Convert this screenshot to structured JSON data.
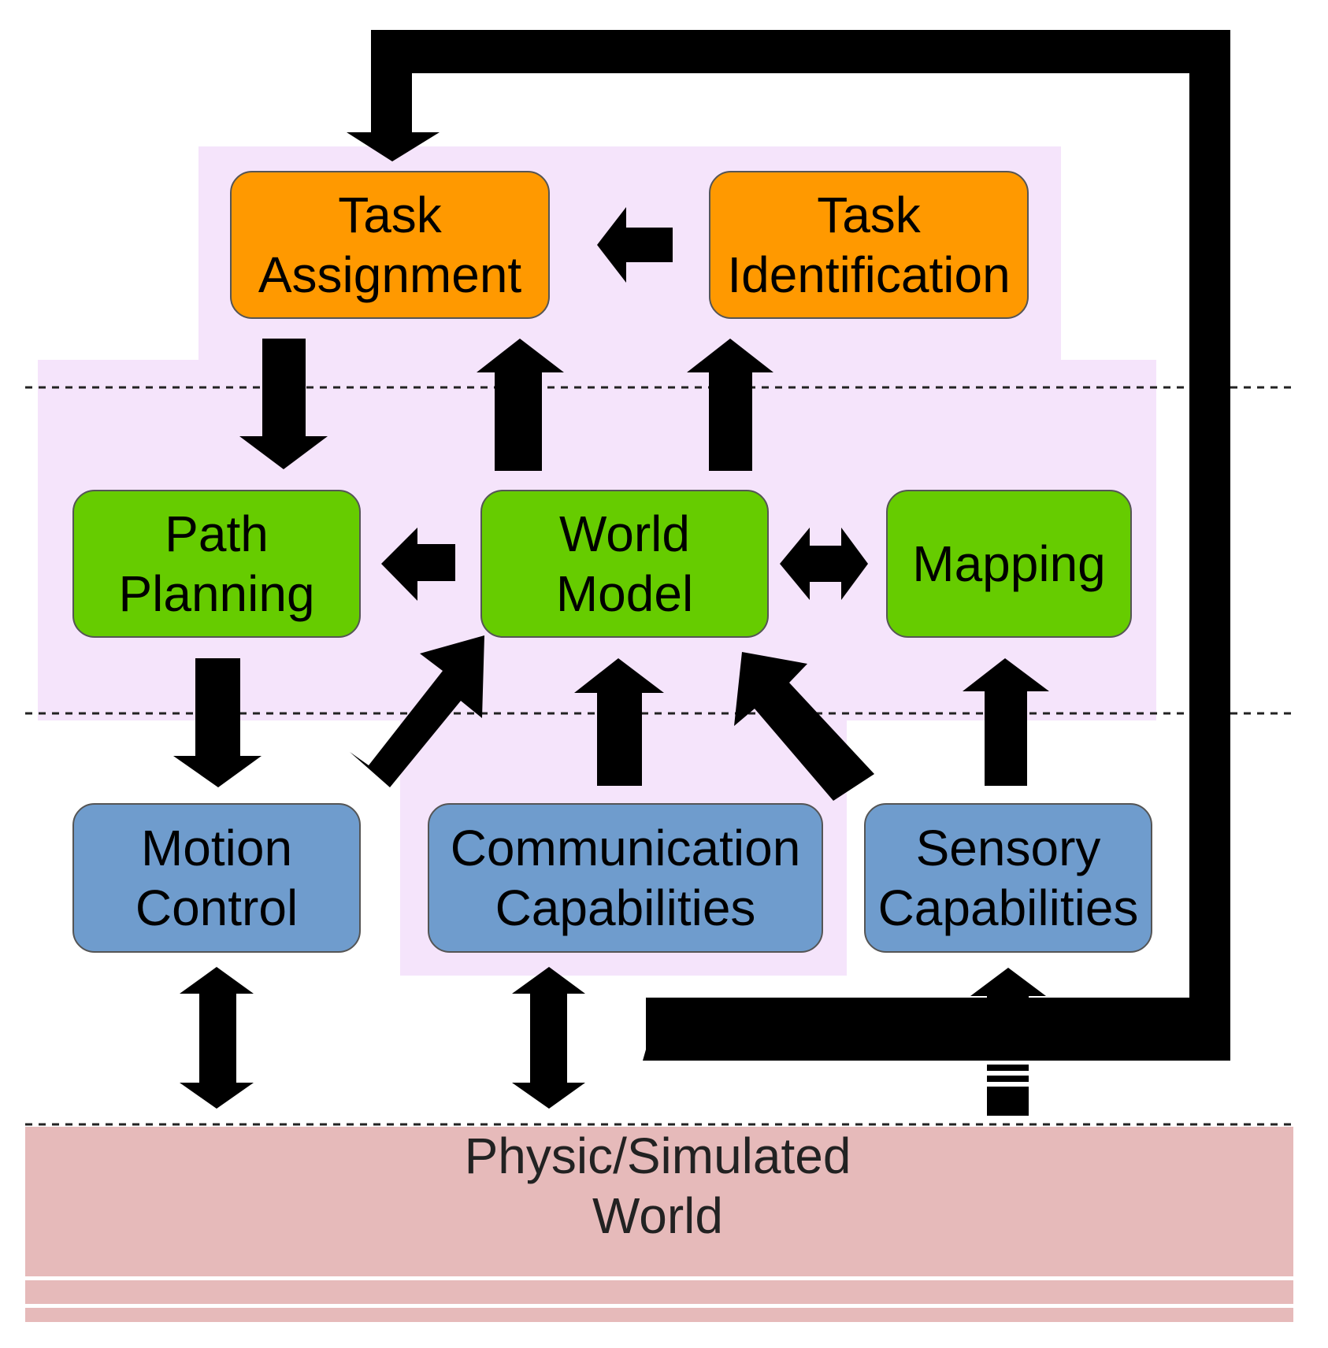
{
  "colors": {
    "task_layer": "#ff9900",
    "modeling_layer": "#66cc00",
    "hardware_layer": "#6f9ccd",
    "highlight_region": "#f5e4fb",
    "world_band": "#e6baba"
  },
  "boxes": {
    "task_assignment": [
      "Task",
      "Assignment"
    ],
    "task_identification": [
      "Task",
      "Identification"
    ],
    "path_planning": [
      "Path",
      "Planning"
    ],
    "world_model": [
      "World",
      "Model"
    ],
    "mapping": [
      "Mapping"
    ],
    "motion_control": [
      "Motion",
      "Control"
    ],
    "communication_capabilities": [
      "Communication",
      "Capabilities"
    ],
    "sensory_capabilities": [
      "Sensory",
      "Capabilities"
    ]
  },
  "world": [
    "Physic/Simulated",
    "World"
  ]
}
